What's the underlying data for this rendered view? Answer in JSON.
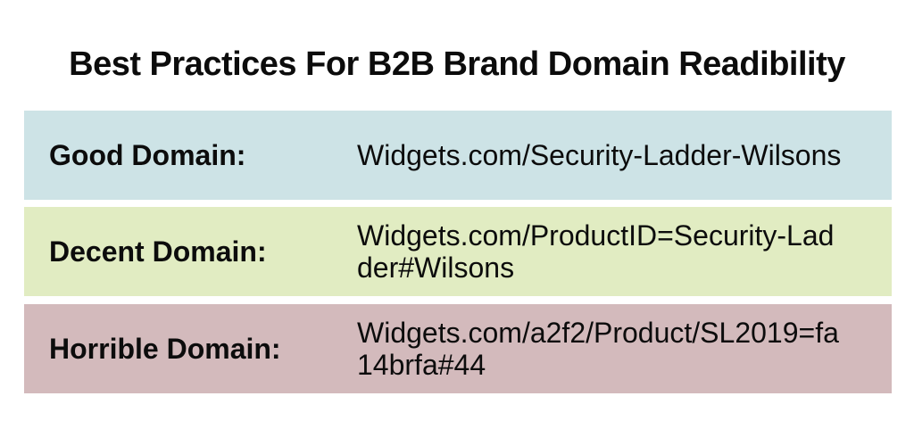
{
  "title": "Best Practices For B2B Brand Domain Readibility",
  "colors": {
    "good_bg": "#cde3e6",
    "decent_bg": "#e1ecc2",
    "horrible_bg": "#d3babc",
    "text": "#0c0c0c"
  },
  "rows": [
    {
      "quality": "good",
      "label": "Good Domain:",
      "url": "Widgets.com/Security-Ladder-Wilsons",
      "url_lines": [
        "Widgets.com/Security-Ladder-Wilsons"
      ]
    },
    {
      "quality": "decent",
      "label": "Decent Domain:",
      "url": "Widgets.com/ProductID=Security-Ladder#Wilsons",
      "url_lines": [
        "Widgets.com/ProductID=Security-Lad",
        "der#Wilsons"
      ]
    },
    {
      "quality": "horrible",
      "label": "Horrible Domain:",
      "url": "Widgets.com/a2f2/Product/SL2019=fa14brfa#44",
      "url_lines": [
        "Widgets.com/a2f2/Product/SL2019=fa",
        "14brfa#44"
      ]
    }
  ]
}
